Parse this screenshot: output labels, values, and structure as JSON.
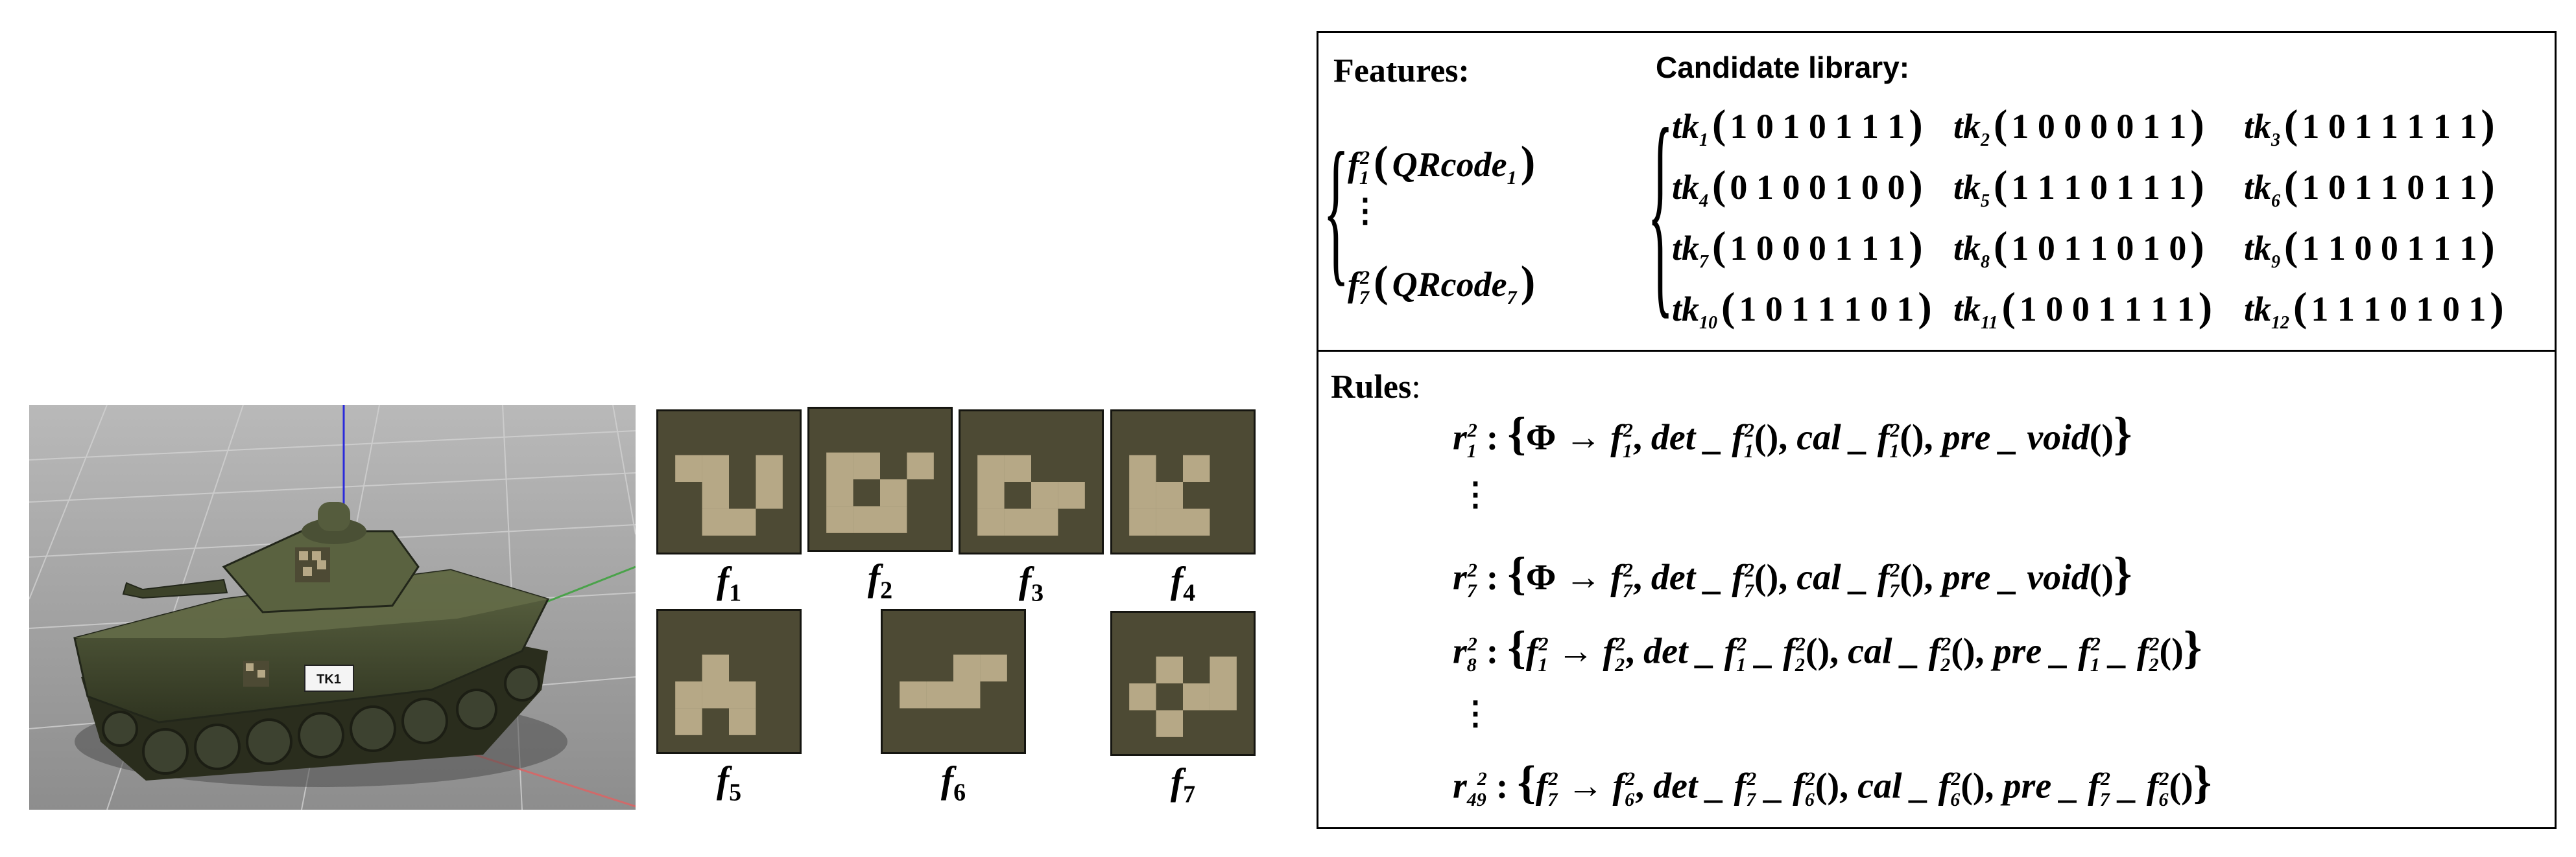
{
  "scene": {
    "tank_plate": "TK1"
  },
  "features": [
    {
      "letter": "f",
      "sub": "1"
    },
    {
      "letter": "f",
      "sub": "2"
    },
    {
      "letter": "f",
      "sub": "3"
    },
    {
      "letter": "f",
      "sub": "4"
    },
    {
      "letter": "f",
      "sub": "5"
    },
    {
      "letter": "f",
      "sub": "6"
    },
    {
      "letter": "f",
      "sub": "7"
    }
  ],
  "panel": {
    "features_title": "Features:",
    "candidate_title": "Candidate library:",
    "rules_title": "Rules",
    "rules_colon": ":",
    "feature_items": [
      {
        "f": "f",
        "sub": "1",
        "sup": "2",
        "arg": "QRcode",
        "argsub": "1"
      },
      {
        "f": "f",
        "sub": "7",
        "sup": "2",
        "arg": "QRcode",
        "argsub": "7"
      }
    ],
    "candidates": [
      {
        "name": "tk",
        "sub": "1",
        "bits": "1 0 1 0 1 1 1"
      },
      {
        "name": "tk",
        "sub": "2",
        "bits": "1 0 0 0 0 1 1"
      },
      {
        "name": "tk",
        "sub": "3",
        "bits": "1 0 1 1 1 1 1"
      },
      {
        "name": "tk",
        "sub": "4",
        "bits": "0 1 0 0 1 0 0"
      },
      {
        "name": "tk",
        "sub": "5",
        "bits": "1 1 1 0 1 1 1"
      },
      {
        "name": "tk",
        "sub": "6",
        "bits": "1 0 1 1 0 1 1"
      },
      {
        "name": "tk",
        "sub": "7",
        "bits": "1 0 0 0 1 1 1"
      },
      {
        "name": "tk",
        "sub": "8",
        "bits": "1 0 1 1 0 1 0"
      },
      {
        "name": "tk",
        "sub": "9",
        "bits": "1 1 0 0 1 1 1"
      },
      {
        "name": "tk",
        "sub": "10",
        "bits": "1 0 1 1 1 0 1"
      },
      {
        "name": "tk",
        "sub": "11",
        "bits": "1 0 0 1 1 1 1"
      },
      {
        "name": "tk",
        "sub": "12",
        "bits": "1 1 1 0 1 0 1"
      }
    ],
    "rules": [
      {
        "r": "r",
        "rsub": "1",
        "rsup": "2",
        "src": "Φ",
        "dst": "f",
        "dsub": "1",
        "det": "det _ ",
        "detf": [
          {
            "sub": "1"
          }
        ],
        "cal": "cal _ ",
        "calsub": "1",
        "pre": "pre _ void",
        "pref": []
      },
      {
        "r": "r",
        "rsub": "7",
        "rsup": "2",
        "src": "Φ",
        "dst": "f",
        "dsub": "7",
        "det": "det _ ",
        "detf": [
          {
            "sub": "7"
          }
        ],
        "cal": "cal _ ",
        "calsub": "7",
        "pre": "pre _ void",
        "pref": []
      },
      {
        "r": "r",
        "rsub": "8",
        "rsup": "2",
        "src": "f",
        "ssub": "1",
        "dst": "f",
        "dsub": "2",
        "det": "det _ ",
        "detf": [
          {
            "sub": "1"
          },
          {
            "sub": "2"
          }
        ],
        "cal": "cal _ ",
        "calsub": "2",
        "pre": "pre _ ",
        "pref": [
          {
            "sub": "1"
          },
          {
            "sub": "2"
          }
        ]
      },
      {
        "r": "r",
        "rsub": "49",
        "rsup": "2",
        "src": "f",
        "ssub": "7",
        "dst": "f",
        "dsub": "6",
        "det": "det _ ",
        "detf": [
          {
            "sub": "7"
          },
          {
            "sub": "6"
          }
        ],
        "cal": "cal _ ",
        "calsub": "6",
        "pre": "pre _ ",
        "pref": [
          {
            "sub": "7"
          },
          {
            "sub": "6"
          }
        ]
      }
    ],
    "symbols": {
      "arrow": "→",
      "lbrace": "{",
      "rbrace": "}",
      "lparen": "(",
      "rparen": ")",
      "colon": " : ",
      "comma": ", ",
      "sep": " _ ",
      "sup2": "2"
    }
  },
  "colors": {
    "tile_bg": "#4d4a34",
    "tile_fg": "#b6a886",
    "tank": "#4a5132",
    "floor": "#8e8e8e"
  }
}
